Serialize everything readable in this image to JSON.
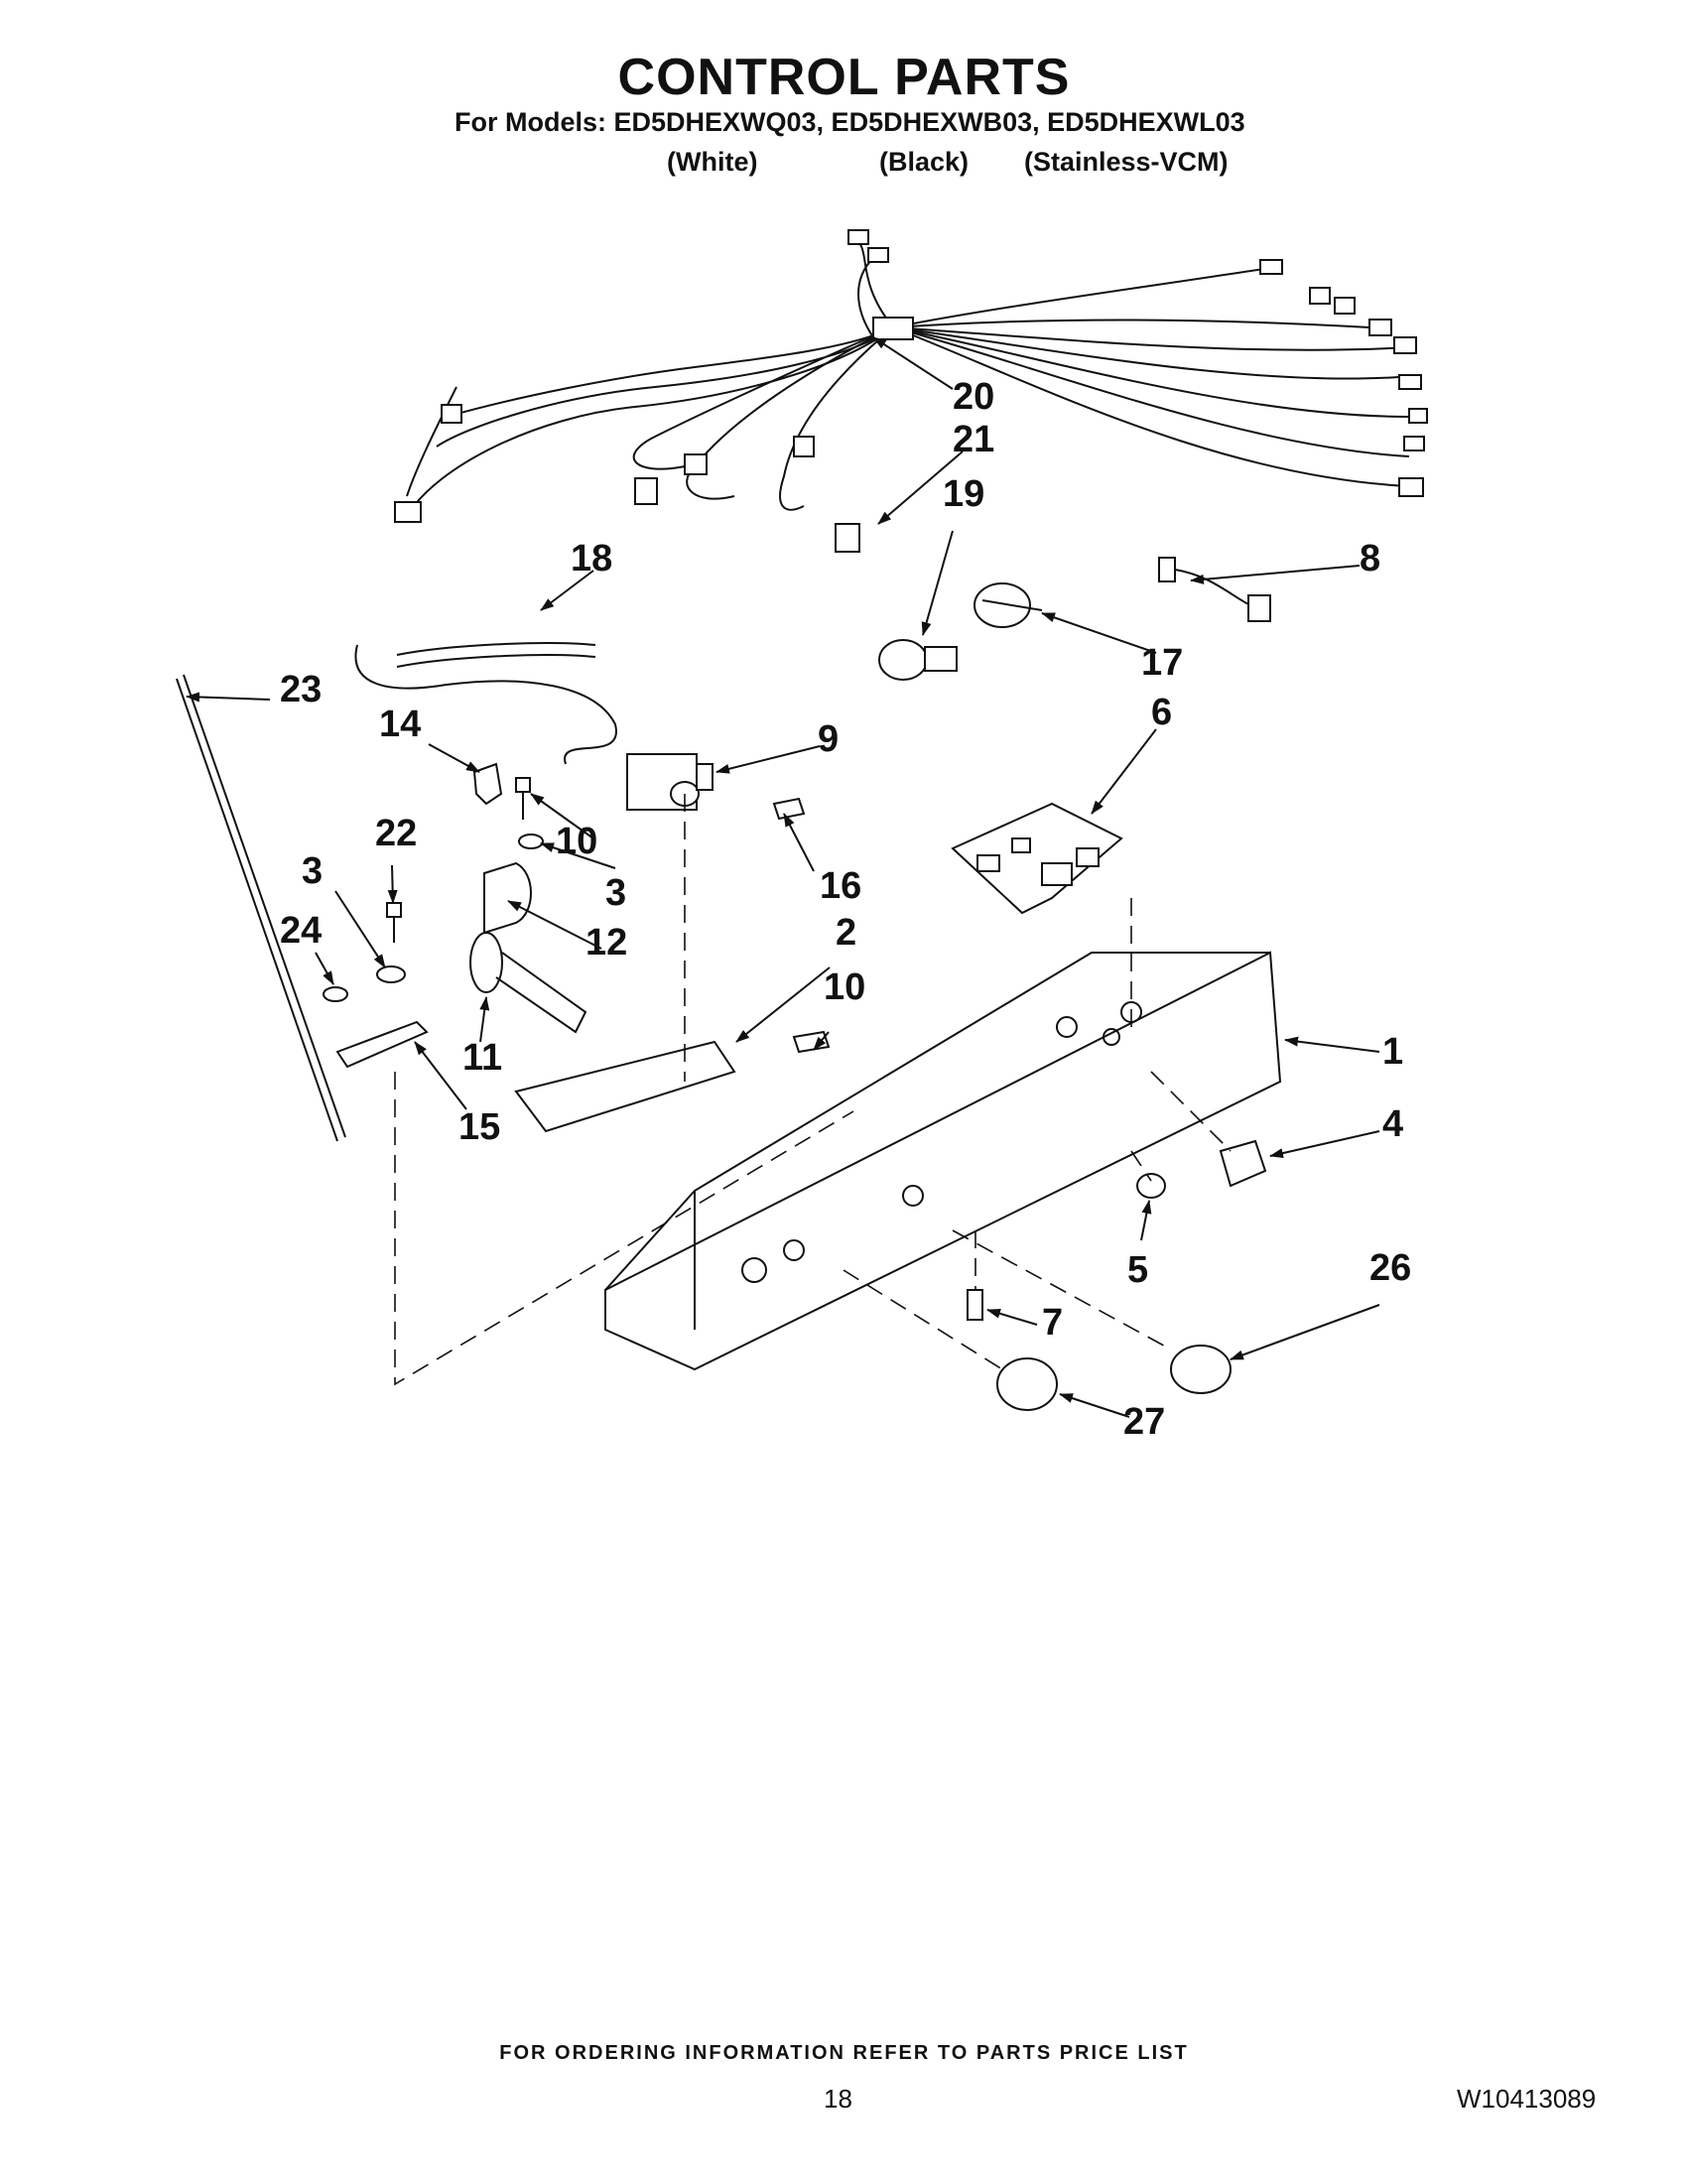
{
  "header": {
    "title": "CONTROL PARTS",
    "models": "For Models: ED5DHEXWQ03, ED5DHEXWB03, ED5DHEXWL03",
    "variants": [
      "(White)",
      "(Black)",
      "(Stainless-VCM)"
    ]
  },
  "callouts": [
    {
      "id": "c20",
      "label": "20"
    },
    {
      "id": "c21",
      "label": "21"
    },
    {
      "id": "c19",
      "label": "19"
    },
    {
      "id": "c18",
      "label": "18"
    },
    {
      "id": "c8",
      "label": "8"
    },
    {
      "id": "c17",
      "label": "17"
    },
    {
      "id": "c23",
      "label": "23"
    },
    {
      "id": "c14",
      "label": "14"
    },
    {
      "id": "c9",
      "label": "9"
    },
    {
      "id": "c6",
      "label": "6"
    },
    {
      "id": "c10a",
      "label": "10"
    },
    {
      "id": "c22",
      "label": "22"
    },
    {
      "id": "c3a",
      "label": "3"
    },
    {
      "id": "c3b",
      "label": "3"
    },
    {
      "id": "c16",
      "label": "16"
    },
    {
      "id": "c24",
      "label": "24"
    },
    {
      "id": "c12",
      "label": "12"
    },
    {
      "id": "c2",
      "label": "2"
    },
    {
      "id": "c10b",
      "label": "10"
    },
    {
      "id": "c1",
      "label": "1"
    },
    {
      "id": "c11",
      "label": "11"
    },
    {
      "id": "c15",
      "label": "15"
    },
    {
      "id": "c4",
      "label": "4"
    },
    {
      "id": "c5",
      "label": "5"
    },
    {
      "id": "c26",
      "label": "26"
    },
    {
      "id": "c7",
      "label": "7"
    },
    {
      "id": "c27",
      "label": "27"
    }
  ],
  "footer": {
    "ordering": "FOR ORDERING INFORMATION REFER TO PARTS PRICE LIST",
    "page": "18",
    "doc_number": "W10413089"
  }
}
